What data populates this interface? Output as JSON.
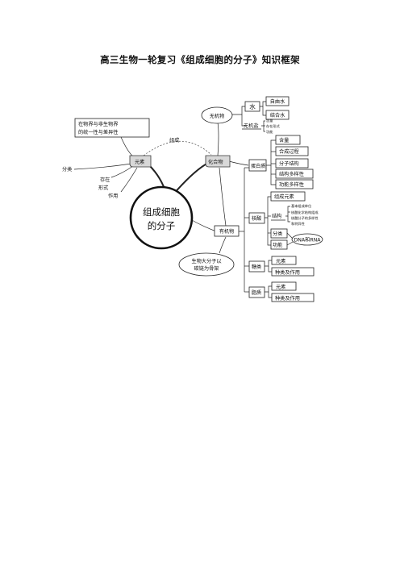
{
  "title": "高三生物一轮复习《组成细胞的分子》知识框架",
  "diagram": {
    "center": {
      "line1": "组成细胞",
      "line2": "的分子"
    },
    "unity": {
      "line1": "在物界与非生物界",
      "line2": "的统一性与差异性"
    },
    "zucheng": "组成",
    "yuansu": "元素",
    "huahewu": "化合物",
    "fenlei": "分类",
    "cunzai": {
      "line1": "存在",
      "line2": "形式"
    },
    "zuoyong": "作用",
    "wujiwu": "无机物",
    "shui": "水",
    "ziyoushui": "自由水",
    "jiehe_shui": "结合水",
    "wujiyan": "无机盐",
    "yan_details": [
      "含量",
      "存在形式",
      "功能"
    ],
    "youjiwu": "有机物",
    "danbaizhi": "蛋白质",
    "dbz_items": [
      "含量",
      "合成过程",
      "分子结构",
      "结构多样性",
      "功能多样性"
    ],
    "hesuan": "核酸",
    "hs_items": {
      "zucheng_yuansu": "组成元素",
      "jiegou": "结构",
      "fenlei": "分类",
      "gongneng": "功能"
    },
    "jiegou_details": [
      "基本组成单位",
      "核酸化学结构组成",
      "核酸分子的多样性",
      "和特异性"
    ],
    "dna_rna": "DNA和RNA",
    "tanglei": "糖类",
    "tl_items": [
      "元素",
      "种类及作用"
    ],
    "zhilei": "脂质",
    "zl_items": [
      "元素",
      "种类及作用"
    ],
    "skeleton": {
      "line1": "生物大分子以",
      "line2": "碳链为骨架"
    }
  }
}
